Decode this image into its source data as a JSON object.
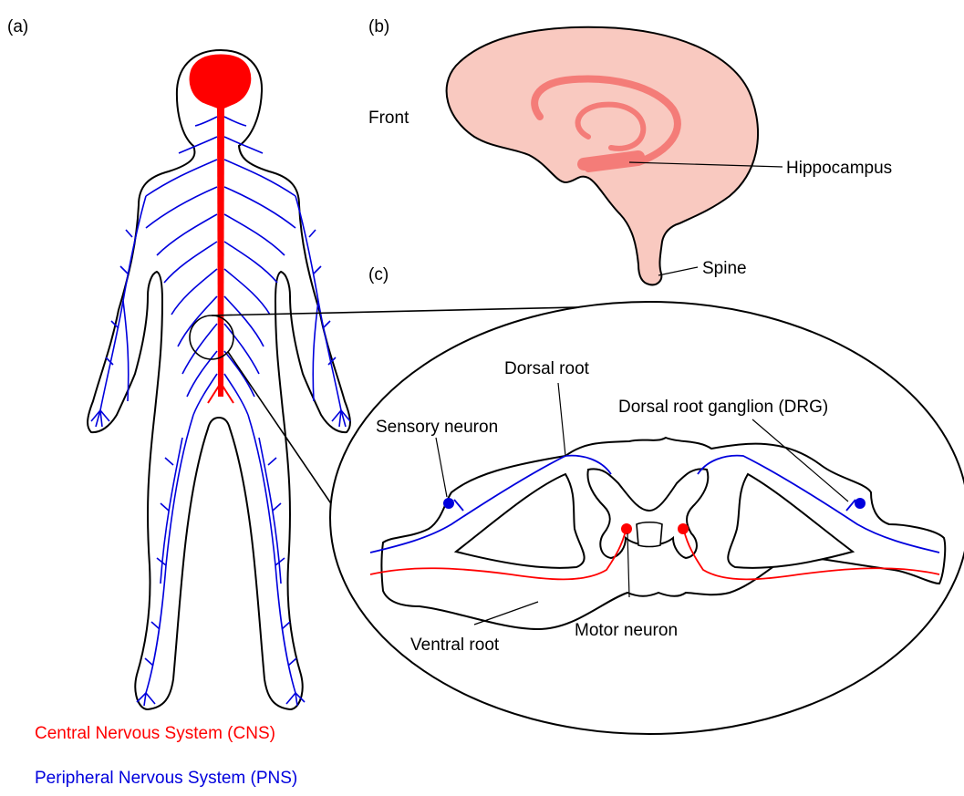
{
  "panels": {
    "a": "(a)",
    "b": "(b)",
    "c": "(c)"
  },
  "brain": {
    "front_label": "Front",
    "hippocampus_label": "Hippocampus",
    "spine_label": "Spine"
  },
  "spinal_cord": {
    "dorsal_root_label": "Dorsal root",
    "drg_label": "Dorsal root ganglion (DRG)",
    "sensory_neuron_label": "Sensory neuron",
    "ventral_root_label": "Ventral root",
    "motor_neuron_label": "Motor neuron"
  },
  "legend": {
    "cns_label": "Central Nervous System (CNS)",
    "pns_label": "Peripheral Nervous System (PNS)"
  },
  "colors": {
    "cns": "#ff0000",
    "pns": "#0000dd",
    "brain_fill": "#f9c9c0",
    "hippocampus": "#f47c78",
    "outline": "#000000"
  }
}
